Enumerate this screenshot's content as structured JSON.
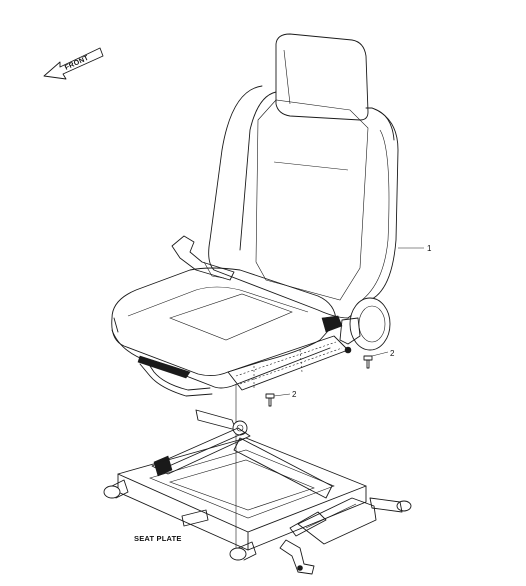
{
  "diagram": {
    "front_arrow_label": "FRONT",
    "callouts": {
      "seat_assembly": "1",
      "bolt_upper": "2",
      "bolt_lower": "2"
    },
    "seat_plate_label": "SEAT PLATE"
  },
  "colors": {
    "line": "#1a1a1a",
    "background": "#ffffff"
  }
}
